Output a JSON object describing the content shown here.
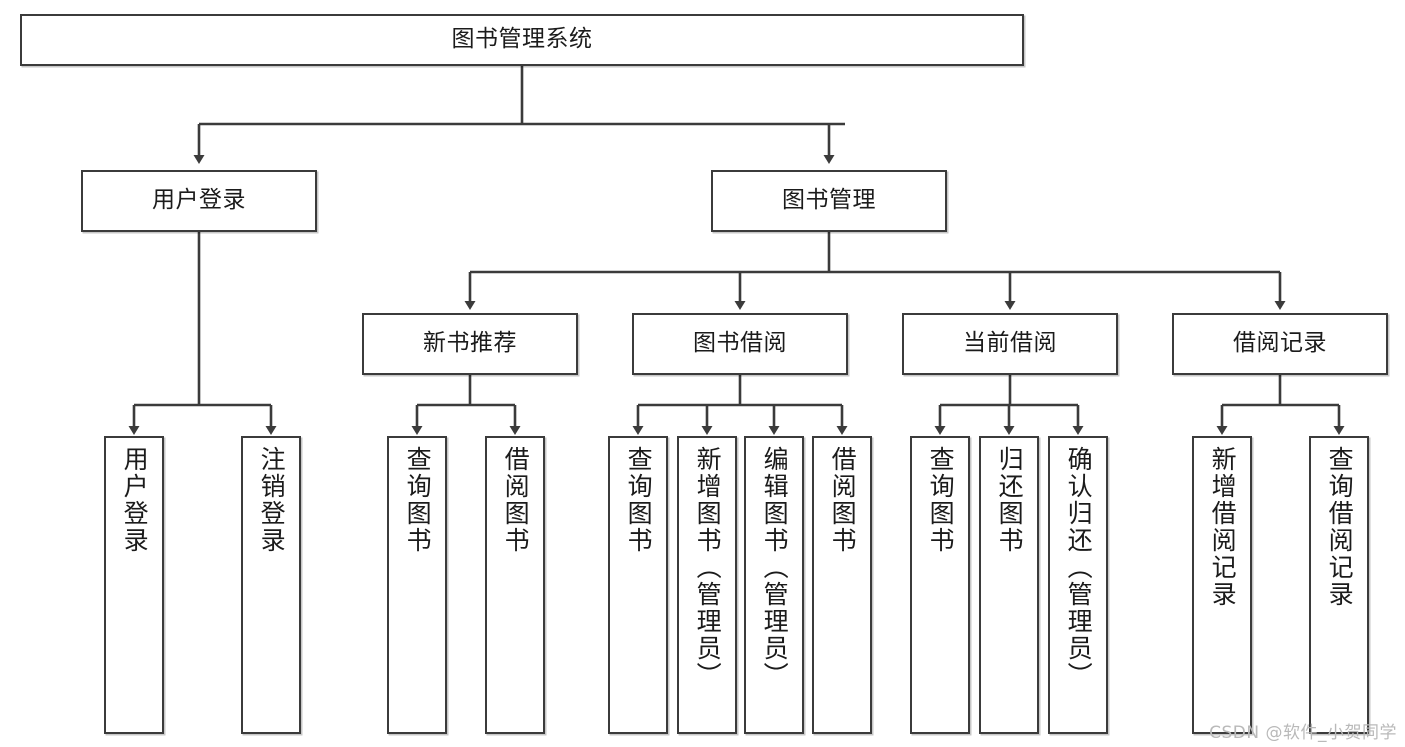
{
  "diagram": {
    "title": "图书管理系统",
    "type": "hierarchy-tree",
    "root": {
      "label": "图书管理系统"
    },
    "level2": [
      {
        "label": "用户登录"
      },
      {
        "label": "图书管理"
      }
    ],
    "level3": [
      {
        "label": "新书推荐"
      },
      {
        "label": "图书借阅"
      },
      {
        "label": "当前借阅"
      },
      {
        "label": "借阅记录"
      }
    ],
    "leaves": {
      "user_login": [
        {
          "label": "用户登录"
        },
        {
          "label": "注销登录"
        }
      ],
      "new_book_recommend": [
        {
          "label": "查询图书"
        },
        {
          "label": "借阅图书"
        }
      ],
      "book_borrow": [
        {
          "label": "查询图书"
        },
        {
          "label": "新增图书（管理员）"
        },
        {
          "label": "编辑图书（管理员）"
        },
        {
          "label": "借阅图书"
        }
      ],
      "current_borrow": [
        {
          "label": "查询图书"
        },
        {
          "label": "归还图书"
        },
        {
          "label": "确认归还（管理员）"
        }
      ],
      "borrow_record": [
        {
          "label": "新增借阅记录"
        },
        {
          "label": "查询借阅记录"
        }
      ]
    }
  },
  "watermark": {
    "text": "CSDN @软件_小贺同学"
  },
  "colors": {
    "border": "#3b3b3b",
    "text": "#1b1b1b",
    "background": "#ffffff",
    "watermark": "#b9b9b9"
  }
}
